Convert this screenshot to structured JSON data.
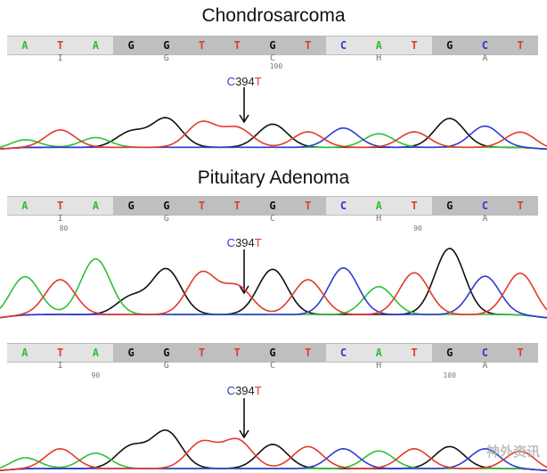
{
  "panels": [
    {
      "title": "Chondrosarcoma",
      "bases": [
        "A",
        "T",
        "A",
        "G",
        "G",
        "T",
        "T",
        "G",
        "T",
        "C",
        "A",
        "T",
        "G",
        "C",
        "T"
      ],
      "amino_acids": [
        {
          "text": "I",
          "base_index": 1
        },
        {
          "text": "G",
          "base_index": 4
        },
        {
          "text": "C",
          "base_index": 7
        },
        {
          "text": "H",
          "base_index": 10
        },
        {
          "text": "A",
          "base_index": 13
        }
      ],
      "positions": [
        {
          "text": "100",
          "base_index": 7.1
        }
      ],
      "mutation": {
        "parts": [
          "C",
          "394",
          "T"
        ],
        "base_index": 6.2
      },
      "peak_heights": [
        0.25,
        0.5,
        0.3,
        0.45,
        0.8,
        0.7,
        0.55,
        0.65,
        0.45,
        0.55,
        0.4,
        0.45,
        0.8,
        0.6,
        0.45
      ]
    },
    {
      "title": "Pituitary Adenoma",
      "bases": [
        "A",
        "T",
        "A",
        "G",
        "G",
        "T",
        "T",
        "G",
        "T",
        "C",
        "A",
        "T",
        "G",
        "C",
        "T"
      ],
      "amino_acids": [
        {
          "text": "I",
          "base_index": 1
        },
        {
          "text": "G",
          "base_index": 4
        },
        {
          "text": "C",
          "base_index": 7
        },
        {
          "text": "H",
          "base_index": 10
        },
        {
          "text": "A",
          "base_index": 13
        }
      ],
      "positions": [
        {
          "text": "80",
          "base_index": 1.1
        },
        {
          "text": "90",
          "base_index": 11.1
        }
      ],
      "mutation": {
        "parts": [
          "C",
          "394",
          "T"
        ],
        "base_index": 6.2
      },
      "peak_heights": [
        0.6,
        0.55,
        0.85,
        0.3,
        0.7,
        0.65,
        0.45,
        0.7,
        0.55,
        0.72,
        0.45,
        0.65,
        1.0,
        0.6,
        0.65
      ]
    },
    {
      "title": "",
      "bases": [
        "A",
        "T",
        "A",
        "G",
        "G",
        "T",
        "T",
        "G",
        "T",
        "C",
        "A",
        "T",
        "G",
        "C",
        "T"
      ],
      "amino_acids": [
        {
          "text": "I",
          "base_index": 1
        },
        {
          "text": "G",
          "base_index": 4
        },
        {
          "text": "C",
          "base_index": 7
        },
        {
          "text": "H",
          "base_index": 10
        },
        {
          "text": "A",
          "base_index": 13
        }
      ],
      "positions": [
        {
          "text": "90",
          "base_index": 2.0
        },
        {
          "text": "100",
          "base_index": 12.0
        }
      ],
      "mutation": {
        "parts": [
          "C",
          "394",
          "T"
        ],
        "base_index": 6.2
      },
      "peak_heights": [
        0.3,
        0.5,
        0.4,
        0.55,
        0.9,
        0.65,
        0.7,
        0.6,
        0.55,
        0.5,
        0.45,
        0.5,
        0.55,
        0.5,
        0.45
      ]
    }
  ],
  "colors": {
    "A": "#2fbf3a",
    "T": "#e23a2c",
    "G": "#111111",
    "C": "#2f3bd0",
    "strip_light": "#e3e3e3",
    "strip_dark": "#bfbfbf"
  },
  "watermark": "神外资讯"
}
